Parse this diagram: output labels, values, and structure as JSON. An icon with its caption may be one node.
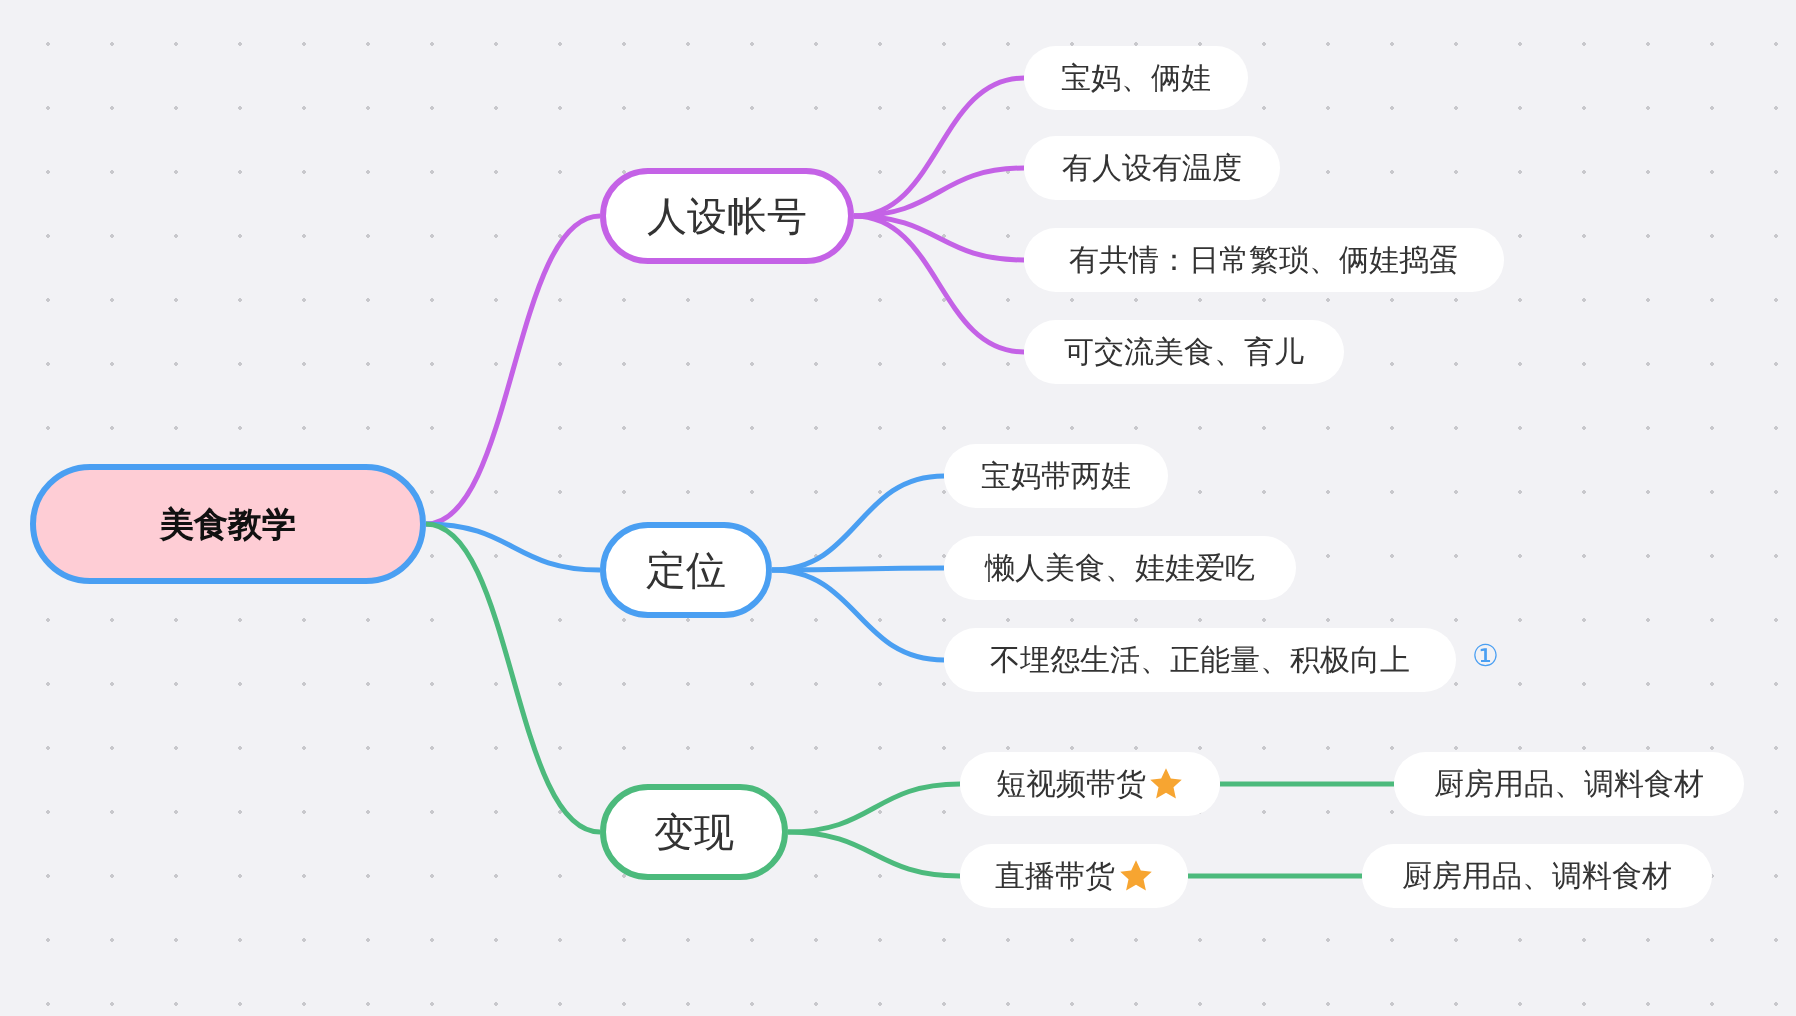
{
  "diagram": {
    "nodes": [
      {
        "text": [
          "美食教学"
        ]
      },
      {
        "text": [
          "人设帐号"
        ]
      },
      {
        "text": [
          "宝妈、俩娃"
        ]
      },
      {
        "text": [
          "有人设有温度"
        ]
      },
      {
        "text": [
          "有共情：日常繁琐、俩娃捣蛋"
        ]
      },
      {
        "text": [
          "可交流美食、育儿"
        ]
      },
      {
        "text": [
          "定位"
        ]
      },
      {
        "text": [
          "宝妈带两娃"
        ]
      },
      {
        "text": [
          "懒人美食、娃娃爱吃"
        ]
      },
      {
        "text": [
          "不埋怨生活、正能量、积极向上"
        ],
        "beside": [
          "①"
        ]
      },
      {
        "text": [
          "变现"
        ]
      },
      {
        "text": [
          "短视频带货"
        ]
      },
      {
        "text": [
          "直播带货"
        ]
      },
      {
        "text": [
          "厨房用品、调料食材"
        ]
      },
      {
        "text": [
          "厨房用品、调料食材"
        ]
      }
    ],
    "edges": [
      {
        "from": 0,
        "to": 1,
        "arrow": "none",
        "color": "#c462e6"
      },
      {
        "from": 1,
        "to": 2,
        "arrow": "none",
        "color": "#c462e6"
      },
      {
        "from": 1,
        "to": 3,
        "arrow": "none",
        "color": "#c462e6"
      },
      {
        "from": 1,
        "to": 4,
        "arrow": "none",
        "color": "#c462e6"
      },
      {
        "from": 1,
        "to": 5,
        "arrow": "none",
        "color": "#c462e6"
      },
      {
        "from": 0,
        "to": 6,
        "arrow": "none",
        "color": "#4a9ff2"
      },
      {
        "from": 6,
        "to": 7,
        "arrow": "none",
        "color": "#4a9ff2"
      },
      {
        "from": 6,
        "to": 8,
        "arrow": "none",
        "color": "#4a9ff2"
      },
      {
        "from": 6,
        "to": 9,
        "arrow": "none",
        "color": "#4a9ff2"
      },
      {
        "from": 0,
        "to": 10,
        "arrow": "none",
        "color": "#4cba7c"
      },
      {
        "from": 10,
        "to": 11,
        "arrow": "none",
        "color": "#4cba7c"
      },
      {
        "from": 10,
        "to": 12,
        "arrow": "none",
        "color": "#4cba7c"
      },
      {
        "from": 11,
        "to": 13,
        "arrow": "none",
        "color": "#4cba7c"
      },
      {
        "from": 12,
        "to": 14,
        "arrow": "none",
        "color": "#4cba7c"
      }
    ]
  }
}
